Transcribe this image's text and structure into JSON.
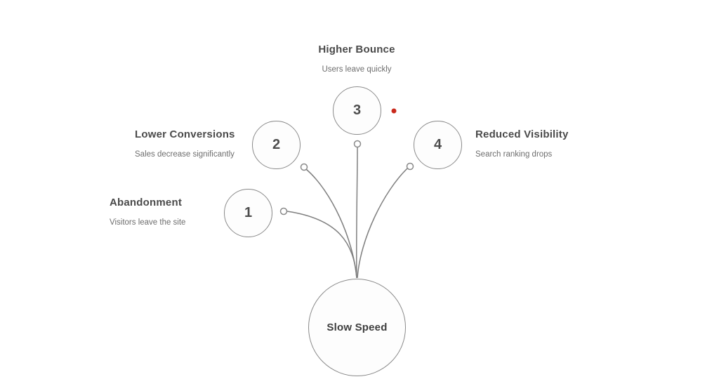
{
  "diagram": {
    "center": {
      "label": "Slow Speed"
    },
    "nodes": [
      {
        "number": "1",
        "title": "Abandonment",
        "subtitle": "Visitors leave the site"
      },
      {
        "number": "2",
        "title": "Lower Conversions",
        "subtitle": "Sales decrease significantly"
      },
      {
        "number": "3",
        "title": "Higher Bounce",
        "subtitle": "Users leave quickly"
      },
      {
        "number": "4",
        "title": "Reduced Visibility",
        "subtitle": "Search ranking drops"
      }
    ],
    "colors": {
      "background": "#ffffff",
      "circle_stroke": "#8a8a8a",
      "connector": "#7f7f7f",
      "title_text": "#4a4a4a",
      "subtitle_text": "#6e6e6e",
      "pointer_dot": "#c92a1d"
    }
  }
}
